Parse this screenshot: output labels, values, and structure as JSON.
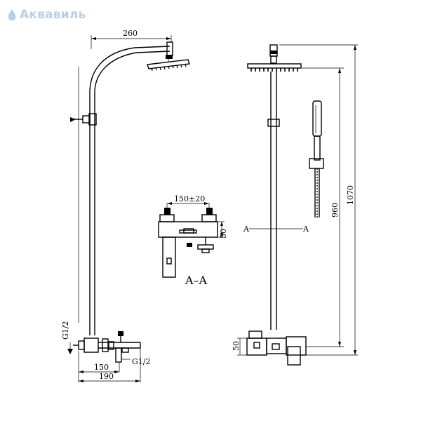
{
  "logo": {
    "text": "Аквавиль",
    "color": "#b9cfe6",
    "icon": "water-drop-icon"
  },
  "drawing": {
    "dimensions": {
      "arm_reach": "260",
      "inlet_spacing": "150±20",
      "valve_height": "50",
      "thread_side": "G1/2",
      "thread_bottom": "G1/2",
      "spout_offset": "150",
      "depth": "190",
      "mixer_height_front": "50",
      "rail_height": "960",
      "total_height": "1070"
    },
    "section_label": "A–A",
    "section_marker_left": "A",
    "section_marker_right": "A"
  }
}
